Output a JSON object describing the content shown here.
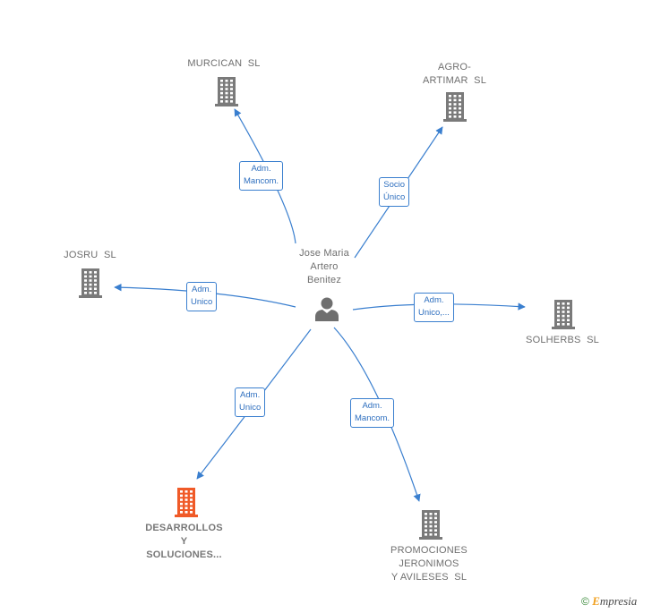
{
  "center": {
    "name": "Jose Maria\nArtero\nBenitez",
    "icon": "person-icon"
  },
  "companies": [
    {
      "id": "murcican",
      "name": "MURCICAN  SL",
      "color": "#7a7a7a",
      "bold": false
    },
    {
      "id": "agro",
      "name": "AGRO-\nARTIMAR  SL",
      "color": "#7a7a7a",
      "bold": false
    },
    {
      "id": "josru",
      "name": "JOSRU  SL",
      "color": "#7a7a7a",
      "bold": false
    },
    {
      "id": "solherbs",
      "name": "SOLHERBS  SL",
      "color": "#7a7a7a",
      "bold": false
    },
    {
      "id": "desarrollos",
      "name": "DESARROLLOS\nY\nSOLUCIONES...",
      "color": "#f05a28",
      "bold": true
    },
    {
      "id": "promociones",
      "name": "PROMOCIONES\nJERONIMOS\nY AVILESES  SL",
      "color": "#7a7a7a",
      "bold": false
    }
  ],
  "relations": [
    {
      "to": "murcican",
      "label": "Adm.\nMancom."
    },
    {
      "to": "agro",
      "label": "Socio\nÚnico"
    },
    {
      "to": "josru",
      "label": "Adm.\nUnico"
    },
    {
      "to": "solherbs",
      "label": "Adm.\nUnico,..."
    },
    {
      "to": "desarrollos",
      "label": "Adm.\nUnico"
    },
    {
      "to": "promociones",
      "label": "Adm.\nMancom."
    }
  ],
  "colors": {
    "edge": "#3a7fcf",
    "building": "#7a7a7a",
    "highlight": "#f05a28",
    "person": "#6f6f6f"
  },
  "footer": {
    "copyright": "©",
    "brand_first": "E",
    "brand_rest": "mpresia"
  }
}
